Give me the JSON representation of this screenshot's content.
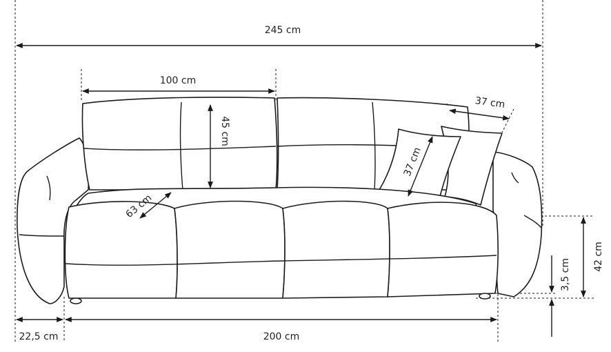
{
  "dimensions": {
    "total_width": "245 cm",
    "back_cushion_width": "100 cm",
    "back_cushion_height": "45 cm",
    "pillow_depth": "37 cm",
    "pillow_size": "37 cm",
    "seat_depth": "63 cm",
    "seat_height": "42 cm",
    "leg_height": "3,5 cm",
    "arm_width": "22,5 cm",
    "seat_width": "200 cm"
  }
}
